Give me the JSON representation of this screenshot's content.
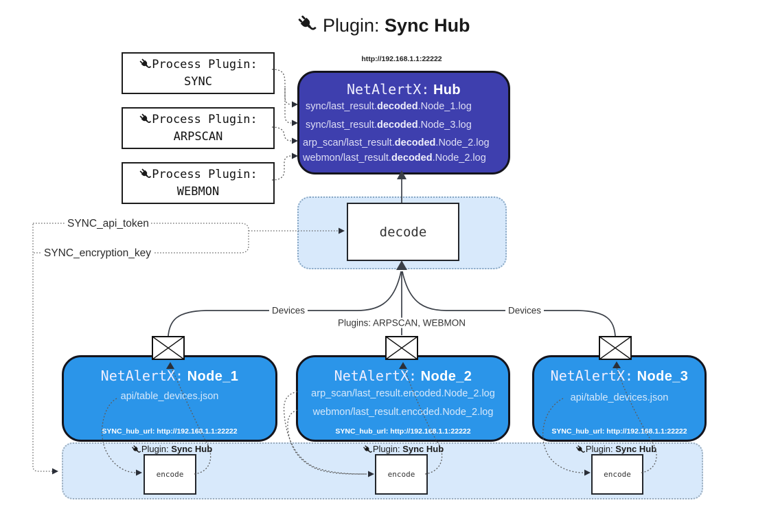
{
  "title": {
    "prefix": "Plugin:",
    "name": "Sync Hub"
  },
  "process_plugins": [
    {
      "label": "Process Plugin:",
      "name": "SYNC"
    },
    {
      "label": "Process Plugin:",
      "name": "ARPSCAN"
    },
    {
      "label": "Process Plugin:",
      "name": "WEBMON"
    }
  ],
  "hub": {
    "url": "http://192.168.1.1:22222",
    "title_prefix": "NetAlertX:",
    "title_name": "Hub",
    "logs": [
      {
        "pre": "sync/last_result.",
        "mid": "decoded",
        "post": ".Node_1.log"
      },
      {
        "pre": "sync/last_result.",
        "mid": "decoded",
        "post": ".Node_3.log"
      },
      {
        "pre": "arp_scan/last_result.",
        "mid": "decoded",
        "post": ".Node_2.log"
      },
      {
        "pre": "webmon/last_result.",
        "mid": "decoded",
        "post": ".Node_2.log"
      }
    ]
  },
  "decode": {
    "label": "decode"
  },
  "secrets": {
    "api_token": "SYNC_api_token",
    "encryption_key": "SYNC_encryption_key"
  },
  "edges": {
    "devices_left": "Devices",
    "devices_right": "Devices",
    "plugins": "Plugins: ARPSCAN, WEBMON"
  },
  "nodes": [
    {
      "title_prefix": "NetAlertX:",
      "title_name": "Node_1",
      "files": [
        "api/table_devices.json"
      ],
      "hub_url": "SYNC_hub_url: http://192.168.1.1:22222"
    },
    {
      "title_prefix": "NetAlertX:",
      "title_name": "Node_2",
      "files": [
        "arp_scan/last_result.encoded.Node_2.log",
        "webmon/last_result.encoded.Node_2.log"
      ],
      "hub_url": "SYNC_hub_url: http://192.168.1.1:22222"
    },
    {
      "title_prefix": "NetAlertX:",
      "title_name": "Node_3",
      "files": [
        "api/table_devices.json"
      ],
      "hub_url": "SYNC_hub_url: http://192.168.1.1:22222"
    }
  ],
  "encoders": [
    {
      "plugin_label": "Plugin:",
      "plugin_name": "Sync Hub",
      "box_label": "encode"
    },
    {
      "plugin_label": "Plugin:",
      "plugin_name": "Sync Hub",
      "box_label": "encode"
    },
    {
      "plugin_label": "Plugin:",
      "plugin_name": "Sync Hub",
      "box_label": "encode"
    }
  ],
  "colors": {
    "hub_fill": "#3e3fae",
    "node_fill": "#2b95e9",
    "panel_fill": "#d8e9fb",
    "line_dark": "#3b4048",
    "dotted_gray": "#5c5c5c"
  }
}
